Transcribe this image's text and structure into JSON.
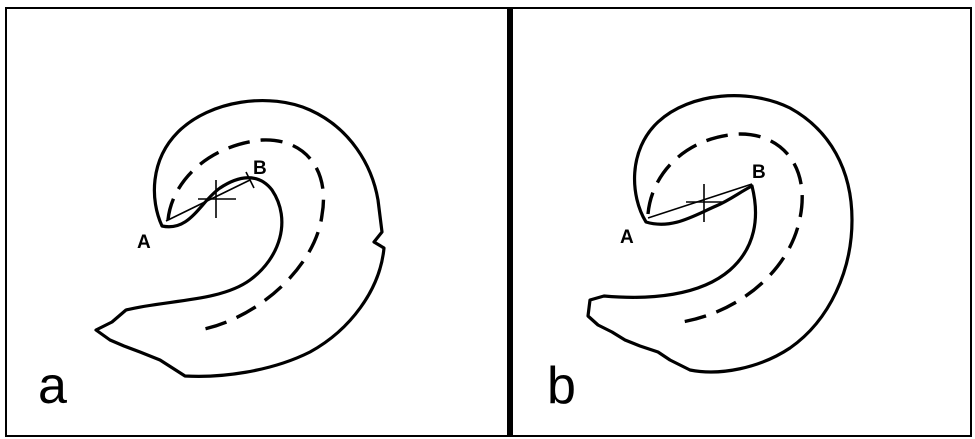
{
  "panels": [
    {
      "label": "a",
      "point_a": "A",
      "point_b": "B"
    },
    {
      "label": "b",
      "point_a": "A",
      "point_b": "B"
    }
  ],
  "colors": {
    "ink": "#000000",
    "paper": "#ffffff"
  }
}
